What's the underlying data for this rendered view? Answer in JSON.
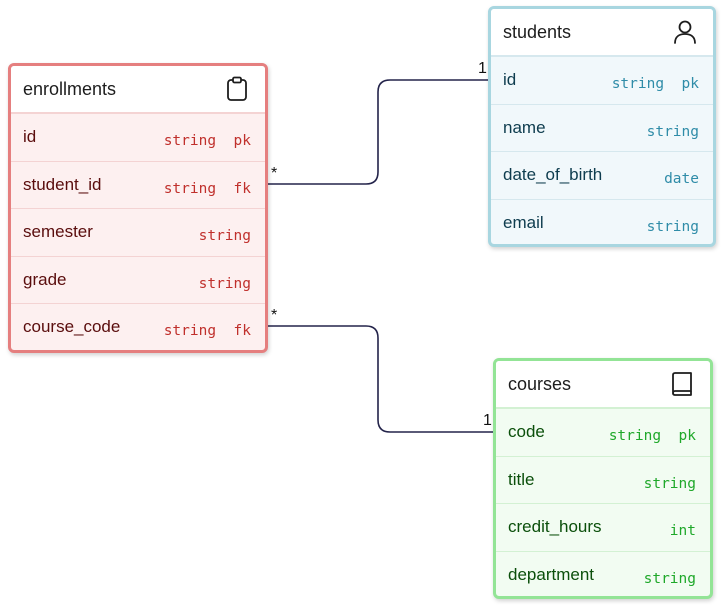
{
  "entities": {
    "enrollments": {
      "title": "enrollments",
      "icon": "clipboard-icon",
      "fields": [
        {
          "name": "id",
          "type": "string  pk"
        },
        {
          "name": "student_id",
          "type": "string  fk"
        },
        {
          "name": "semester",
          "type": "string"
        },
        {
          "name": "grade",
          "type": "string"
        },
        {
          "name": "course_code",
          "type": "string  fk"
        }
      ]
    },
    "students": {
      "title": "students",
      "icon": "user-icon",
      "fields": [
        {
          "name": "id",
          "type": "string  pk"
        },
        {
          "name": "name",
          "type": "string"
        },
        {
          "name": "date_of_birth",
          "type": "date"
        },
        {
          "name": "email",
          "type": "string"
        }
      ]
    },
    "courses": {
      "title": "courses",
      "icon": "book-icon",
      "fields": [
        {
          "name": "code",
          "type": "string  pk"
        },
        {
          "name": "title",
          "type": "string"
        },
        {
          "name": "credit_hours",
          "type": "int"
        },
        {
          "name": "department",
          "type": "string"
        }
      ]
    }
  },
  "relations": [
    {
      "from": "enrollments.student_id",
      "to": "students.id",
      "from_card": "*",
      "to_card": "1"
    },
    {
      "from": "enrollments.course_code",
      "to": "courses.code",
      "from_card": "*",
      "to_card": "1"
    }
  ],
  "colors": {
    "enrollments_border": "#e57f7f",
    "students_border": "#a8d6e0",
    "courses_border": "#93e496",
    "connector": "#23234a"
  }
}
